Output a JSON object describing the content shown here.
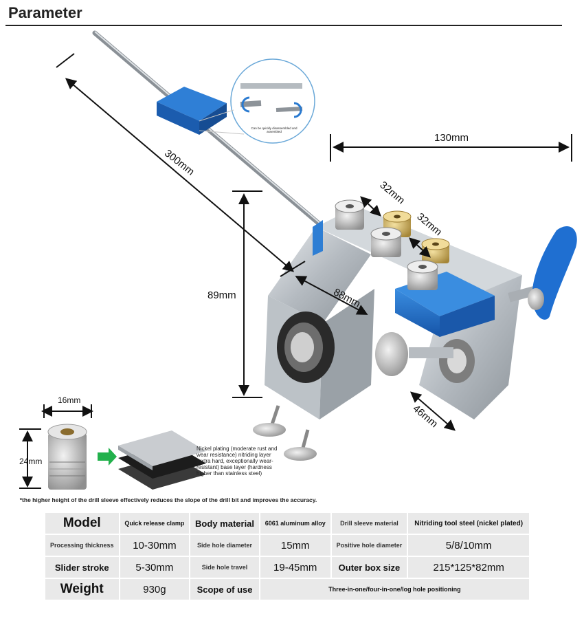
{
  "header": {
    "title": "Parameter"
  },
  "dimensions": {
    "rod_length": "300mm",
    "width": "130mm",
    "hole_spacing_a": "32mm",
    "hole_spacing_b": "32mm",
    "height": "89mm",
    "depth": "88mm",
    "side": "46mm",
    "sleeve_diameter": "16mm",
    "sleeve_height": "24mm"
  },
  "inset_caption": "Can be quickly disassembled and assembled",
  "coating_note": "Nickel plating (moderate rust and wear resistance) nitriding layer (extra hard, exceptionally wear-resistant) base layer (hardness higher than stainless steel)",
  "footnote": "*the higher height of the drill sleeve effectively reduces the slope of the drill bit and improves the accuracy.",
  "specs": [
    [
      {
        "k": "Model",
        "kc": "k-lg"
      },
      {
        "v": "Quick release clamp",
        "vc": "v-sm"
      },
      {
        "k": "Body material",
        "kc": "k-md"
      },
      {
        "v": "6061 aluminum alloy",
        "vc": "v-sm"
      },
      {
        "k": "Drill sleeve material",
        "kc": "k-sm"
      },
      {
        "v": "Nitriding tool steel (nickel plated)",
        "vc": "v-note"
      }
    ],
    [
      {
        "k": "Processing thickness",
        "kc": "k-sm"
      },
      {
        "v": "10-30mm",
        "vc": "v-lg"
      },
      {
        "k": "Side hole diameter",
        "kc": "k-sm"
      },
      {
        "v": "15mm",
        "vc": "v-lg"
      },
      {
        "k": "Positive hole diameter",
        "kc": "k-sm"
      },
      {
        "v": "5/8/10mm",
        "vc": "v-lg"
      }
    ],
    [
      {
        "k": "Slider stroke",
        "kc": "k-md"
      },
      {
        "v": "5-30mm",
        "vc": "v-lg"
      },
      {
        "k": "Side hole travel",
        "kc": "k-sm"
      },
      {
        "v": "19-45mm",
        "vc": "v-lg"
      },
      {
        "k": "Outer box size",
        "kc": "k-md"
      },
      {
        "v": "215*125*82mm",
        "vc": "v-lg"
      }
    ],
    [
      {
        "k": "Weight",
        "kc": "k-lg"
      },
      {
        "v": "930g",
        "vc": "v-lg"
      },
      {
        "k": "Scope of use",
        "kc": "k-md"
      },
      {
        "v": "Three-in-one/four-in-one/log hole positioning",
        "vc": "v-sm",
        "span": 3
      }
    ]
  ]
}
